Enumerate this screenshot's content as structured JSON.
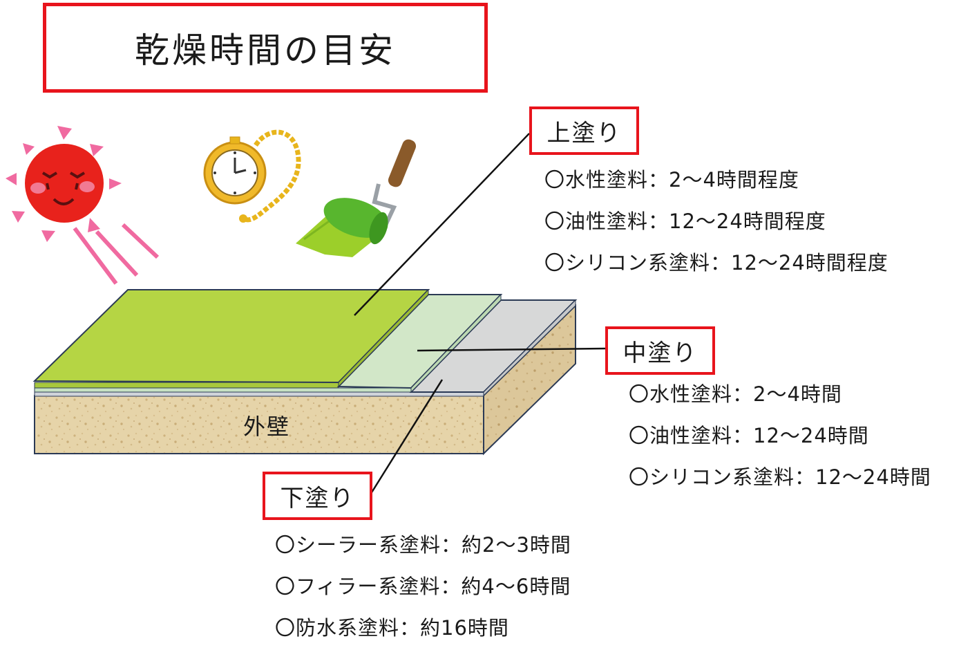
{
  "title": "乾燥時間の目安",
  "wall_label": "外壁",
  "top_coat": {
    "label": "上塗り",
    "items": [
      "〇水性塗料：2～4時間程度",
      "〇油性塗料：12～24時間程度",
      "〇シリコン系塗料：12～24時間程度"
    ]
  },
  "middle_coat": {
    "label": "中塗り",
    "items": [
      "〇水性塗料：2～4時間",
      "〇油性塗料：12～24時間",
      "〇シリコン系塗料：12～24時間"
    ]
  },
  "under_coat": {
    "label": "下塗り",
    "items": [
      "〇シーラー系塗料：約2～3時間",
      "〇フィラー系塗料：約4～6時間",
      "〇防水系塗料：約16時間"
    ]
  },
  "colors": {
    "accent_red": "#e8141c",
    "top_coat_green": "#b5d544",
    "middle_coat_green": "#d2e7c8",
    "under_coat_gray": "#d7d8d8",
    "wall_beige": "#e4d2a8"
  },
  "icons": [
    "sun-icon",
    "pocket-watch-icon",
    "paint-roller-icon"
  ]
}
